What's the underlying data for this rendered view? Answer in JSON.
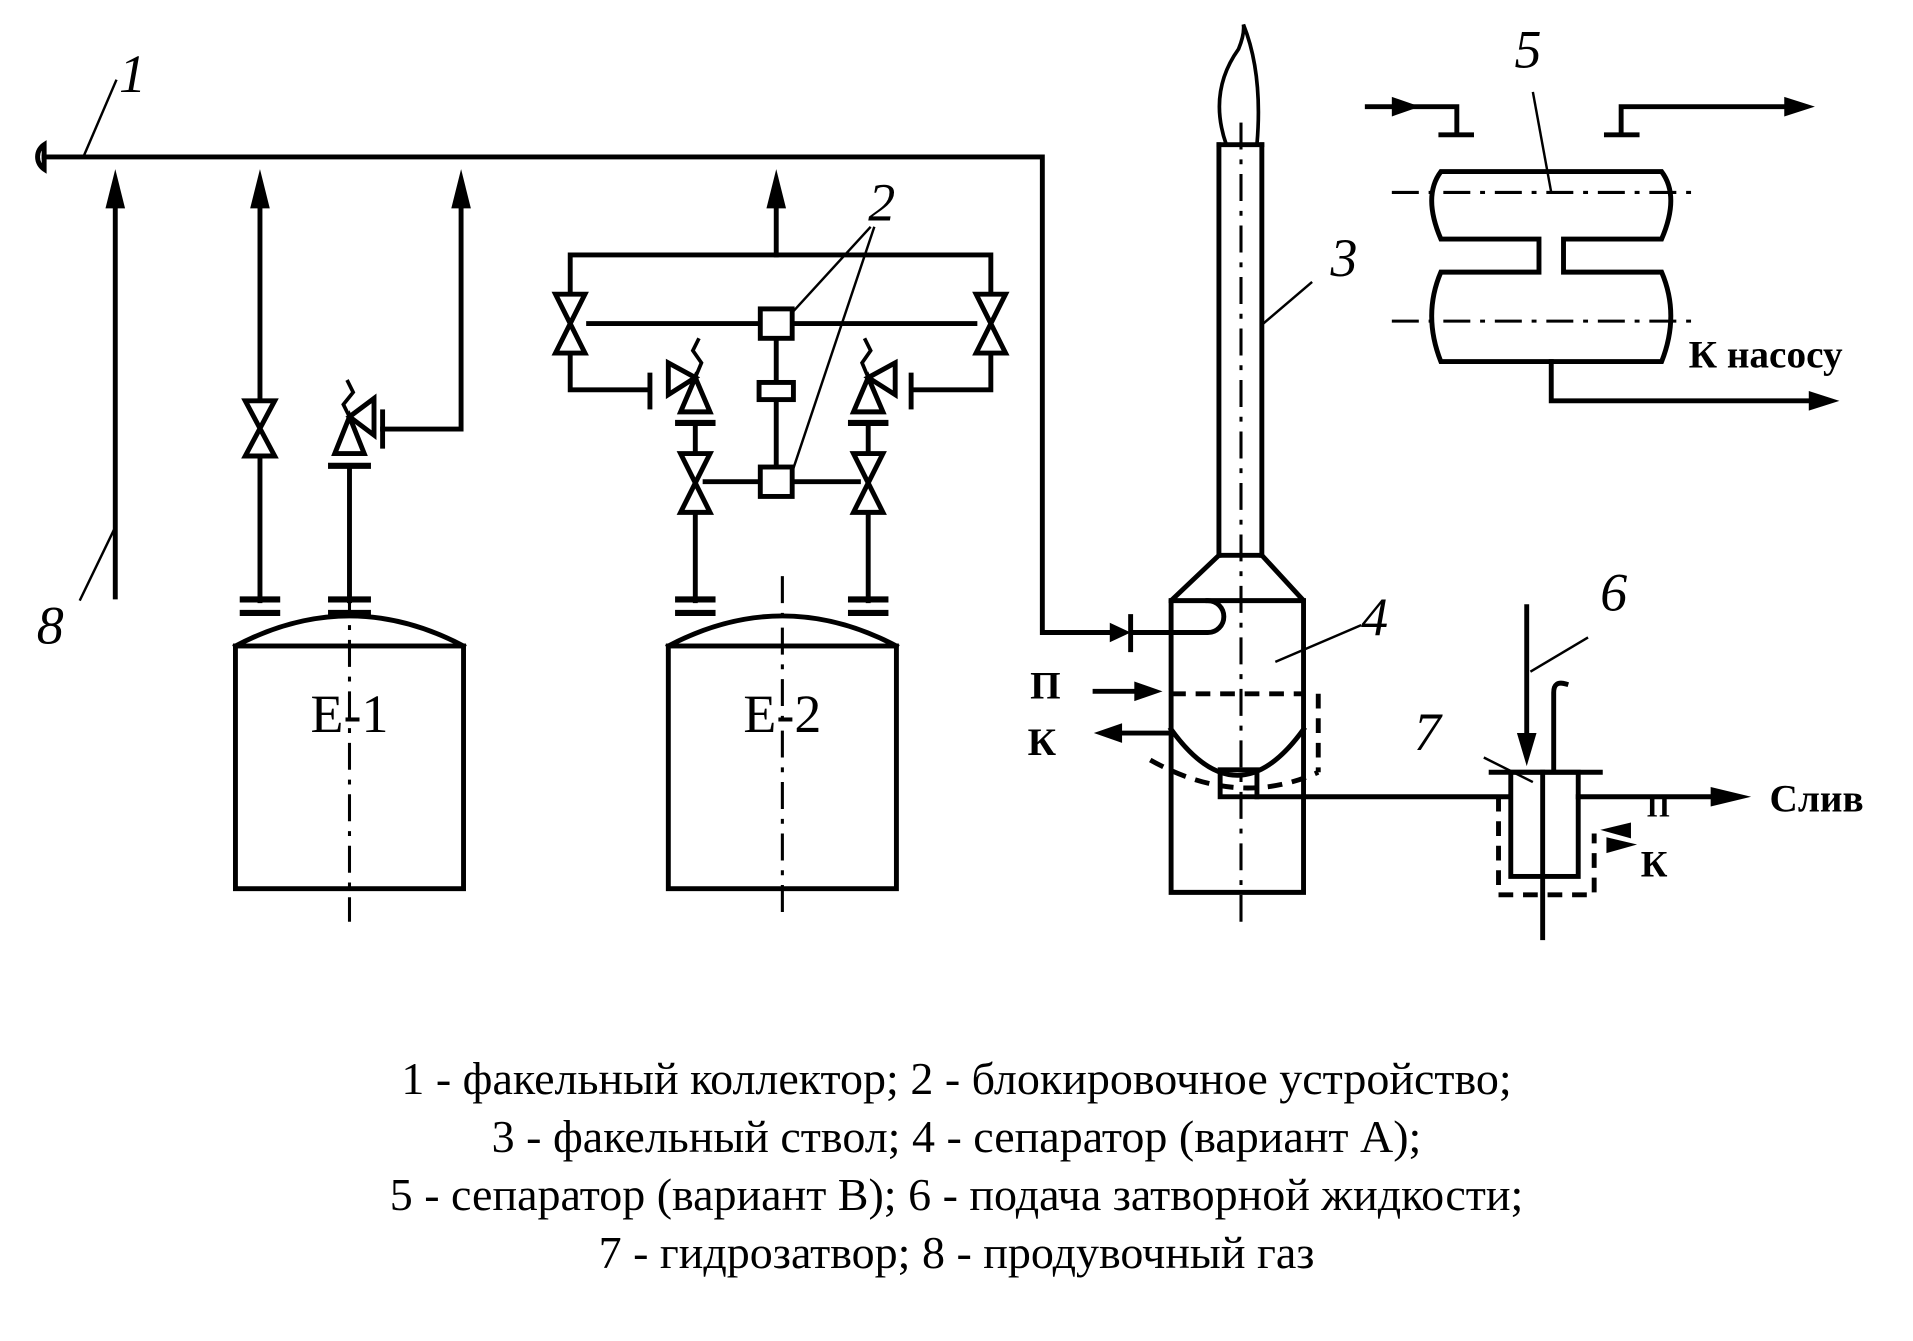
{
  "diagram": {
    "type": "flare-system-process-scheme",
    "callouts": [
      "1",
      "2",
      "3",
      "4",
      "5",
      "6",
      "7",
      "8"
    ],
    "vessels": {
      "e1": "Е-1",
      "e2": "Е-2"
    },
    "flow_labels": {
      "steam_in": "П",
      "condensate_out": "К",
      "to_pump": "К насосу",
      "drain": "Слив",
      "seal_steam": "П",
      "seal_condensate": "К"
    }
  },
  "legend": {
    "lines": [
      "1 - факельный коллектор; 2 - блокировочное устройство;",
      "3 - факельный ствол; 4 - сепаратор (вариант А);",
      "5 - сепаратор (вариант В); 6 - подача затворной жидкости;",
      "7 - гидрозатвор; 8 - продувочный газ"
    ],
    "items": [
      {
        "num": "1",
        "text": "факельный коллектор"
      },
      {
        "num": "2",
        "text": "блокировочное устройство"
      },
      {
        "num": "3",
        "text": "факельный ствол"
      },
      {
        "num": "4",
        "text": "сепаратор (вариант А)"
      },
      {
        "num": "5",
        "text": "сепаратор (вариант В)"
      },
      {
        "num": "6",
        "text": "подача затворной жидкости"
      },
      {
        "num": "7",
        "text": "гидрозатвор"
      },
      {
        "num": "8",
        "text": "продувочный газ"
      }
    ]
  }
}
